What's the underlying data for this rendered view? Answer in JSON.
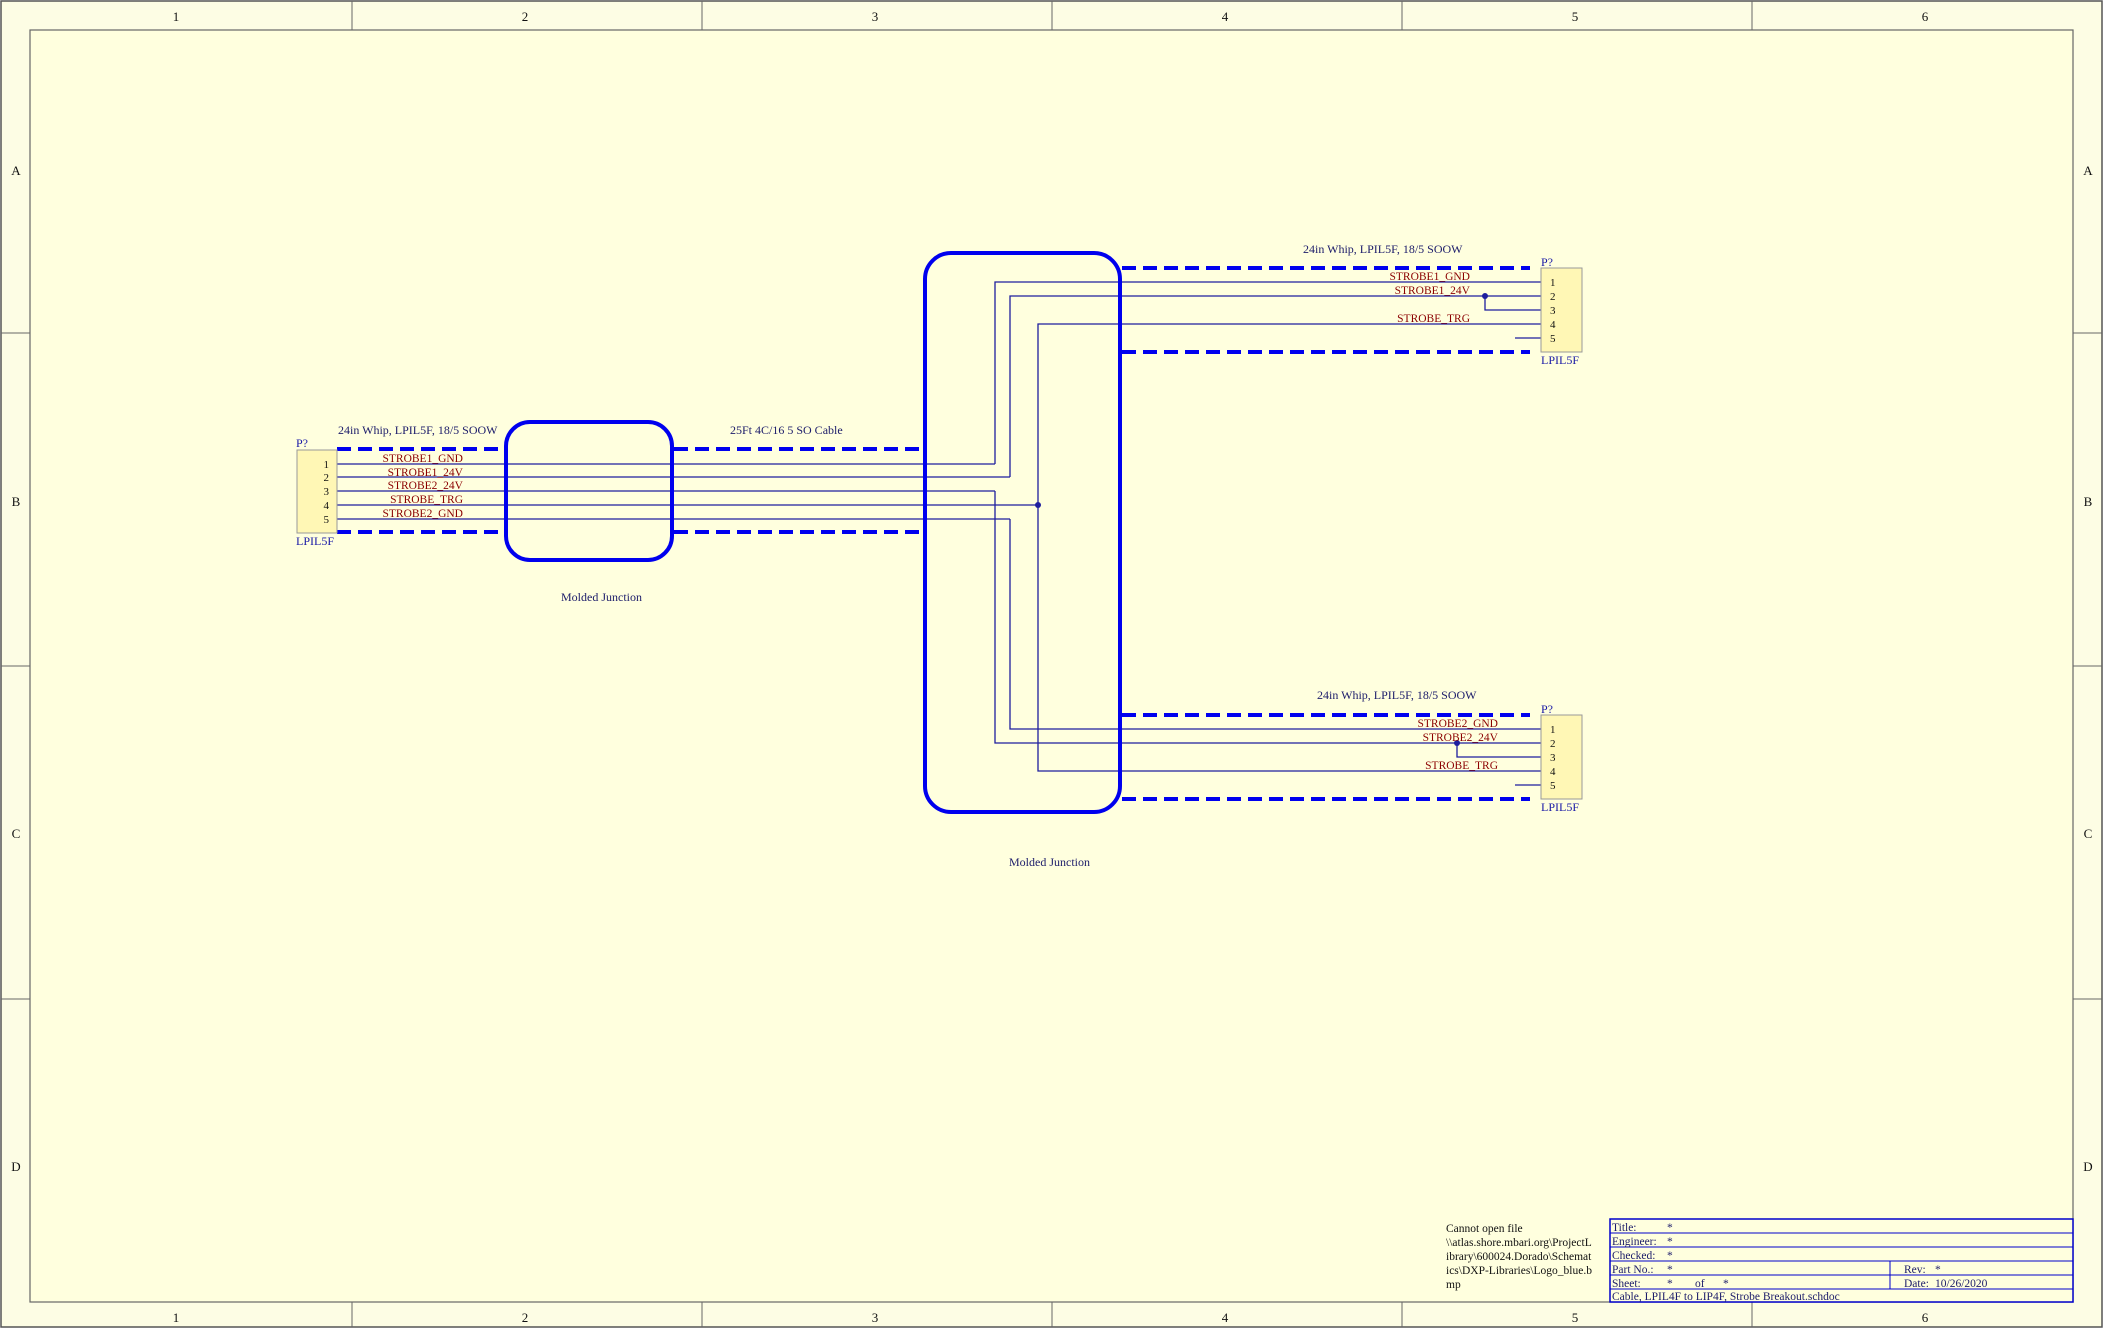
{
  "sheet": {
    "columns": [
      "1",
      "2",
      "3",
      "4",
      "5",
      "6"
    ],
    "rows": [
      "A",
      "B",
      "C",
      "D"
    ],
    "colors": {
      "paper": "#ffffde",
      "cable": "#0000ee",
      "wire": "#1e1e9e",
      "net_label": "#8b0000",
      "border": "#555555"
    }
  },
  "left_connector": {
    "designator": "P?",
    "part": "LPIL5F",
    "pins": [
      "1",
      "2",
      "3",
      "4",
      "5"
    ],
    "cable_label": "24in Whip, LPIL5F, 18/5 SOOW",
    "nets": [
      "STROBE1_GND",
      "STROBE1_24V",
      "STROBE2_24V",
      "STROBE_TRG",
      "STROBE2_GND"
    ]
  },
  "junction_left": {
    "label": "Molded Junction"
  },
  "trunk_cable": {
    "label": "25Ft 4C/16 5 SO Cable"
  },
  "junction_right": {
    "label": "Molded Junction"
  },
  "top_right_connector": {
    "designator": "P?",
    "part": "LPIL5F",
    "pins": [
      "1",
      "2",
      "3",
      "4",
      "5"
    ],
    "cable_label": "24in Whip, LPIL5F, 18/5 SOOW",
    "nets": [
      "STROBE1_GND",
      "STROBE1_24V",
      "STROBE_TRG"
    ]
  },
  "bottom_right_connector": {
    "designator": "P?",
    "part": "LPIL5F",
    "pins": [
      "1",
      "2",
      "3",
      "4",
      "5"
    ],
    "cable_label": "24in Whip, LPIL5F, 18/5 SOOW",
    "nets": [
      "STROBE2_GND",
      "STROBE2_24V",
      "STROBE_TRG"
    ]
  },
  "logo_error": [
    "Cannot open file",
    "\\\\atlas.shore.mbari.org\\ProjectL",
    "ibrary\\600024.Dorado\\Schemat",
    "ics\\DXP-Libraries\\Logo_blue.b",
    "mp"
  ],
  "title_block": {
    "title_label": "Title:",
    "title_value": "*",
    "engineer_label": "Engineer:",
    "engineer_value": "*",
    "checked_label": "Checked:",
    "checked_value": "*",
    "part_label": "Part No.:",
    "part_value": "*",
    "rev_label": "Rev:",
    "rev_value": "*",
    "sheet_label": "Sheet:",
    "sheet_value": "*",
    "of_label": "of",
    "of_value": "*",
    "date_label": "Date:",
    "date_value": "10/26/2020",
    "filename": "Cable, LPIL4F to LIP4F, Strobe Breakout.schdoc"
  }
}
